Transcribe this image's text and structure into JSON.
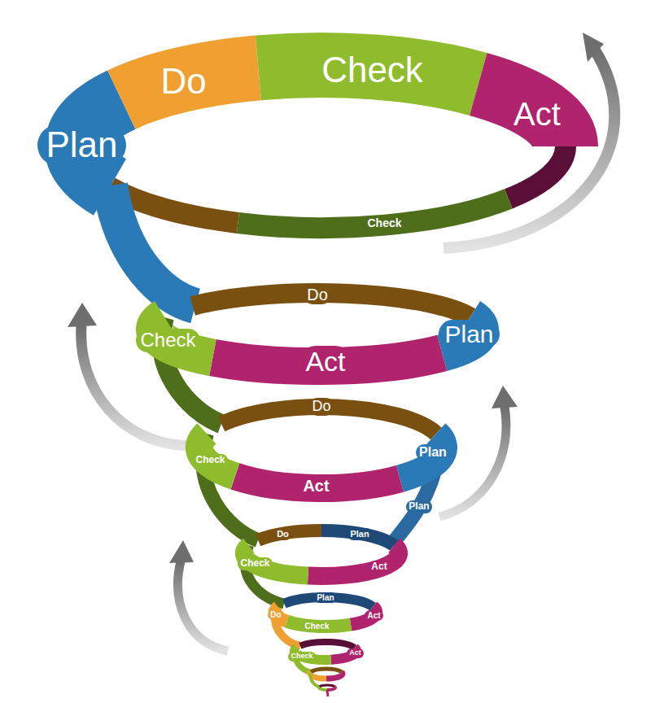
{
  "diagram": {
    "nodes": [
      {
        "text": [
          "Plan"
        ]
      },
      {
        "text": [
          "Do"
        ]
      },
      {
        "text": [
          "Check"
        ]
      },
      {
        "text": [
          "Act"
        ]
      },
      {
        "text": [
          "Check"
        ]
      },
      {
        "text": [
          "Do"
        ]
      },
      {
        "text": [
          "Plan"
        ]
      },
      {
        "text": [
          "Act"
        ]
      },
      {
        "text": [
          "Check"
        ]
      },
      {
        "text": [
          "Do"
        ]
      },
      {
        "text": [
          "Plan"
        ]
      },
      {
        "text": [
          "Check"
        ]
      },
      {
        "text": [
          "Act"
        ]
      },
      {
        "text": [
          "Plan"
        ]
      },
      {
        "text": [
          "Do"
        ]
      },
      {
        "text": [
          "Plan"
        ]
      },
      {
        "text": [
          "Act"
        ]
      },
      {
        "text": [
          "Check"
        ]
      },
      {
        "text": [
          "Plan"
        ]
      },
      {
        "text": [
          "Act"
        ]
      },
      {
        "text": [
          "Check"
        ]
      },
      {
        "text": [
          "Do"
        ]
      },
      {
        "text": [
          "Act"
        ]
      },
      {
        "text": [
          "Check"
        ]
      }
    ]
  }
}
